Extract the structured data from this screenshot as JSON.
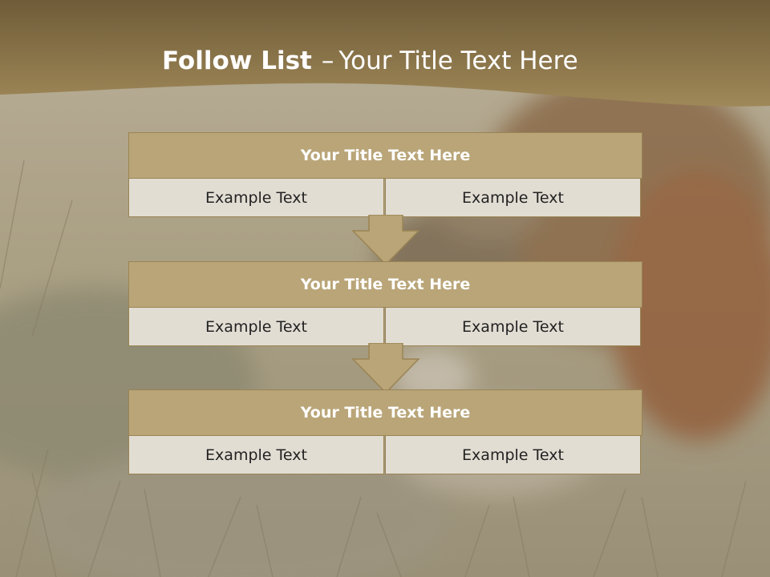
{
  "slide": {
    "title_bold": "Follow List",
    "title_dash": "–",
    "title_rest": "Your Title Text Here"
  },
  "list": [
    {
      "title": "Your Title Text Here",
      "left": "Example Text",
      "right": "Example Text"
    },
    {
      "title": "Your Title Text Here",
      "left": "Example Text",
      "right": "Example Text"
    },
    {
      "title": "Your Title Text Here",
      "left": "Example Text",
      "right": "Example Text"
    }
  ],
  "colors": {
    "banner": "#9b8557",
    "header_fill": "#b9a578",
    "cell_fill": "#e2ddd3",
    "arrow_fill": "#b9a578"
  }
}
